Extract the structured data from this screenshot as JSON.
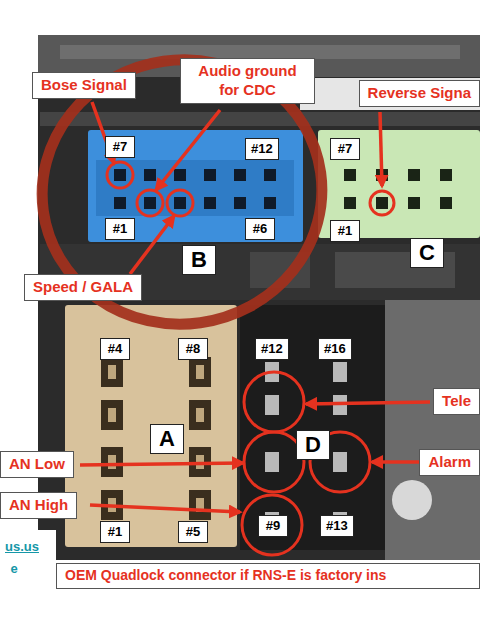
{
  "diagram": {
    "nodes": [
      {
        "text": [
          "Bose Signal"
        ]
      },
      {
        "text": [
          "Audio ground for CDC"
        ]
      },
      {
        "text": [
          "Reverse Signa"
        ]
      },
      {
        "text": [
          "Speed / GALA"
        ]
      },
      {
        "text": [
          "Tele"
        ]
      },
      {
        "text": [
          "Alarm"
        ]
      },
      {
        "text": [
          "AN Low"
        ]
      },
      {
        "text": [
          "AN High"
        ]
      },
      {
        "text": [
          "OEM Quadlock connector if RNS-E is factory ins"
        ]
      }
    ],
    "labels": [
      "#7",
      "#12",
      "#7",
      "#1",
      "#6",
      "#1",
      "B",
      "C",
      "#4",
      "#8",
      "#12",
      "#16",
      "A",
      "D",
      "#1",
      "#5",
      "#9",
      "#13",
      "us.us",
      "e"
    ]
  }
}
